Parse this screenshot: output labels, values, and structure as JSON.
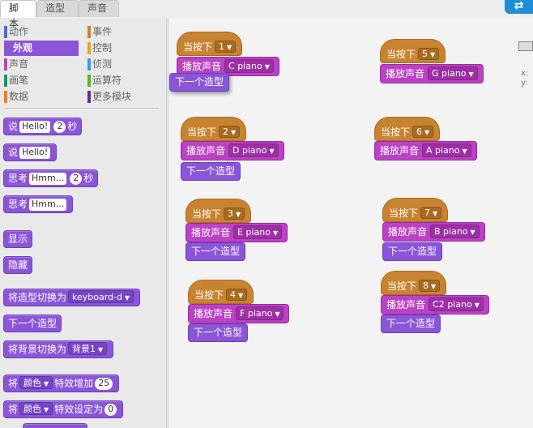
{
  "tabs": [
    {
      "label": "脚本"
    },
    {
      "label": "造型"
    },
    {
      "label": "声音"
    }
  ],
  "categories": [
    {
      "label": "动作",
      "color": "#4a6cd4"
    },
    {
      "label": "事件",
      "color": "#c88330"
    },
    {
      "label": "外观",
      "color": "#8a55d7"
    },
    {
      "label": "控制",
      "color": "#e1a91a"
    },
    {
      "label": "声音",
      "color": "#bb42c3"
    },
    {
      "label": "侦测",
      "color": "#2ca5e2"
    },
    {
      "label": "画笔",
      "color": "#0e9a6c"
    },
    {
      "label": "运算符",
      "color": "#5cb712"
    },
    {
      "label": "数据",
      "color": "#ee7d16"
    },
    {
      "label": "更多模块",
      "color": "#632d99"
    }
  ],
  "palette": {
    "say_secs": {
      "label": "说",
      "input": "Hello!",
      "secs": "2",
      "unit": "秒"
    },
    "say": {
      "label": "说",
      "input": "Hello!"
    },
    "think_secs": {
      "label": "思考",
      "input": "Hmm...",
      "secs": "2",
      "unit": "秒"
    },
    "think": {
      "label": "思考",
      "input": "Hmm..."
    },
    "show": "显示",
    "hide": "隐藏",
    "switch_costume": {
      "label": "将造型切换为",
      "value": "keyboard-d"
    },
    "next_costume": "下一个造型",
    "switch_backdrop": {
      "label": "将背景切换为",
      "value": "背景1"
    },
    "change_effect": {
      "label": "将",
      "effect": "颜色",
      "mid": "特效增加",
      "value": "25"
    },
    "set_effect": {
      "label": "将",
      "effect": "颜色",
      "mid": "特效设定为",
      "value": "0"
    }
  },
  "scripts": [
    {
      "hat": "当按下",
      "key": "1",
      "sound_label": "播放声音",
      "sound": "C piano",
      "look": "下一个造型"
    },
    {
      "hat": "当按下",
      "key": "2",
      "sound_label": "播放声音",
      "sound": "D piano",
      "look": "下一个造型"
    },
    {
      "hat": "当按下",
      "key": "3",
      "sound_label": "播放声音",
      "sound": "E piano",
      "look": "下一个造型"
    },
    {
      "hat": "当按下",
      "key": "4",
      "sound_label": "播放声音",
      "sound": "F piano",
      "look": "下一个造型"
    },
    {
      "hat": "当按下",
      "key": "5",
      "sound_label": "播放声音",
      "sound": "G piano"
    },
    {
      "hat": "当按下",
      "key": "6",
      "sound_label": "播放声音",
      "sound": "A piano"
    },
    {
      "hat": "当按下",
      "key": "7",
      "sound_label": "播放声音",
      "sound": "B piano",
      "look": "下一个造型"
    },
    {
      "hat": "当按下",
      "key": "8",
      "sound_label": "播放声音",
      "sound": "C2 piano",
      "look": "下一个造型"
    }
  ],
  "stage_info": {
    "x_label": "x:",
    "y_label": "y:"
  },
  "icons": {
    "sync": "sync-arrows-icon",
    "dropdown": "dropdown-arrow-icon"
  }
}
